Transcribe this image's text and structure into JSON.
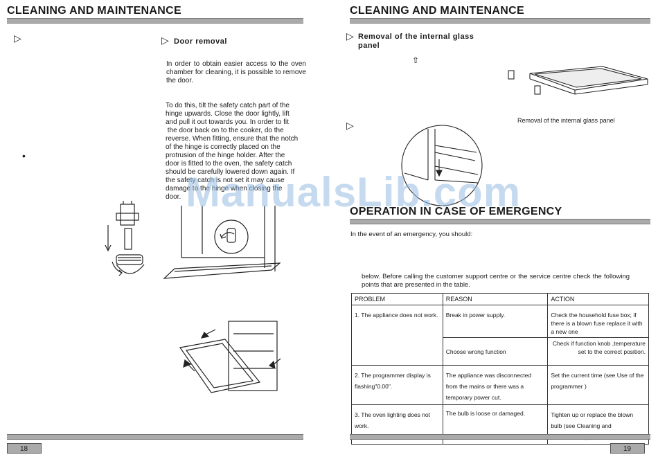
{
  "left_page": {
    "header": "CLEANING AND MAINTENANCE",
    "arrow_glyph": "▷",
    "door_removal_title": "Door removal",
    "paragraph1": "In order to obtain easier access to the oven chamber for cleaning, it is possible to remove the door.",
    "paragraph2_lines": [
      "To do this, tilt the safety catch part of the",
      "hinge upwards. Close the door lightly, lift",
      "and pull it out towards you. In order to fit",
      " the door back on to the cooker, do the",
      "reverse. When fitting, ensure that the notch",
      "of the hinge is correctly placed on the",
      "protrusion of the hinge holder. After the",
      "door is fitted to the oven, the safety catch",
      "should be carefully lowered down again. If",
      "the safety catch is not set it may cause",
      "damage to the hinge when closing the",
      "door."
    ],
    "bullet_glyph": "•",
    "page_number": "18"
  },
  "right_page": {
    "header": "CLEANING AND MAINTENANCE",
    "glass_panel_title_line1": "Removal of the internal glass",
    "glass_panel_title_line2": "panel",
    "up_arrow_glyph": "⇧",
    "glass_panel_caption": "Removal of the internal glass panel",
    "emergency_header": "OPERATION IN CASE OF EMERGENCY",
    "emergency_intro": "In the event of an emergency, you should:",
    "emergency_before_text": "below. Before calling the customer support centre or the service centre check the following points that are presented in the table.",
    "table": {
      "headers": [
        "PROBLEM",
        "REASON",
        "ACTION"
      ],
      "rows": [
        {
          "problem": "1. The appliance does not work.",
          "reason": "Break in power supply.",
          "action": "Check the household fuse box; if there is a blown fuse replace it with a new one"
        },
        {
          "problem": "",
          "reason": "Choose wrong function",
          "action": "Check if function knob ,temperature set to the correct position."
        },
        {
          "problem": "2. The programmer display is flashing\"0.00\".",
          "reason": "The appliance was disconnected from the mains or there was a temporary power cut.",
          "action": "Set the current time (see Use of the programmer )"
        },
        {
          "problem": "3. The oven lighting does not work.",
          "reason": "The bulb is loose or damaged.",
          "action": "Tighten up or replace the blown bulb (see Cleaning and Maintenance')"
        }
      ]
    },
    "page_number": "19"
  },
  "watermark": "ManualsLib.com"
}
